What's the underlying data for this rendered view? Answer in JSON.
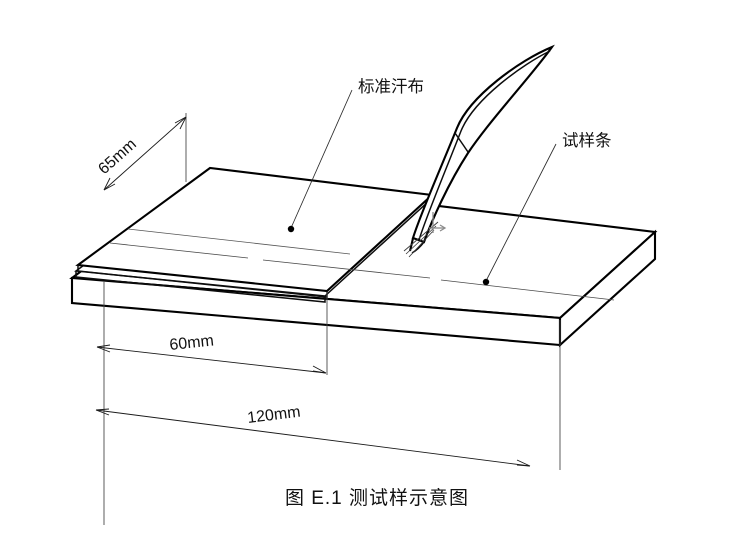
{
  "figure": {
    "caption": "图 E.1  测试样示意图",
    "background_color": "#ffffff",
    "line_color": "#000000",
    "annotation_color": "#8c8c8c"
  },
  "labels": {
    "fabric": "标准汗布",
    "specimen_strip": "试样条"
  },
  "dimensions": {
    "width_65": "65mm",
    "bond_length_60": "60mm",
    "total_length_120": "120mm"
  },
  "icons": {
    "peel_direction": "peel-direction-arrow"
  }
}
